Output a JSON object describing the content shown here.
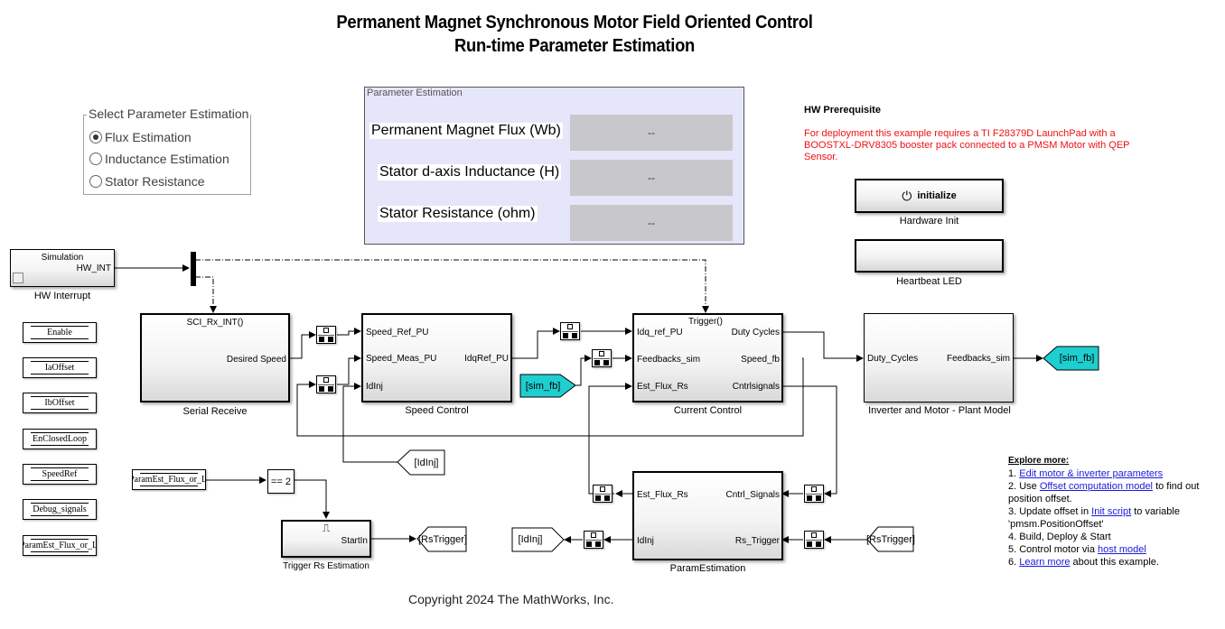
{
  "title": {
    "line1": "Permanent Magnet Synchronous Motor Field Oriented Control",
    "line2": "Run-time Parameter Estimation"
  },
  "select_estimation": {
    "legend": "Select Parameter Estimation",
    "options": [
      {
        "label": "Flux Estimation",
        "selected": true
      },
      {
        "label": "Inductance Estimation",
        "selected": false
      },
      {
        "label": "Stator Resistance",
        "selected": false
      }
    ]
  },
  "parameter_panel": {
    "title": "Parameter Estimation",
    "rows": [
      {
        "label": "Permanent Magnet Flux (Wb)",
        "value": "--"
      },
      {
        "label": "Stator d-axis Inductance  (H)",
        "value": "--"
      },
      {
        "label": "Stator Resistance (ohm)",
        "value": "--"
      }
    ]
  },
  "hw_prerequisite": {
    "title": "HW Prerequisite",
    "text": "For deployment this example requires a TI F28379D LaunchPad with a BOOSTXL-DRV8305 booster pack connected to a PMSM Motor with QEP Sensor.",
    "text_color": "#ee1111"
  },
  "hardware_init": {
    "button_label": "initialize",
    "caption": "Hardware Init",
    "icon": "power-icon"
  },
  "heartbeat": {
    "caption": "Heartbeat LED"
  },
  "hw_interrupt": {
    "top_label": "Simulation",
    "port": "HW_INT",
    "caption": "HW Interrupt"
  },
  "data_store_memories": [
    "Enable",
    "IaOffset",
    "IbOffset",
    "EnClosedLoop",
    "SpeedRef",
    "Debug_signals",
    "ParamEst_Flux_or_L"
  ],
  "serial_receive": {
    "trigger": "SCI_Rx_INT()",
    "out": "Desired Speed",
    "caption": "Serial Receive"
  },
  "speed_control": {
    "in": [
      "Speed_Ref_PU",
      "Speed_Meas_PU",
      "IdInj"
    ],
    "out": "IdqRef_PU",
    "caption": "Speed Control"
  },
  "current_control": {
    "trigger": "Trigger()",
    "in": [
      "Idq_ref_PU",
      "Feedbacks_sim",
      "Est_Flux_Rs"
    ],
    "out": [
      "Duty Cycles",
      "Speed_fb",
      "Cntrlsignals"
    ],
    "caption": "Current Control"
  },
  "plant": {
    "in": "Duty_Cycles",
    "out": "Feedbacks_sim",
    "caption": "Inverter and Motor - Plant Model"
  },
  "param_estimation": {
    "in_left": [
      "Est_Flux_Rs",
      "IdInj"
    ],
    "in_right": [
      "Cntrl_Signals",
      "Rs_Trigger"
    ],
    "caption": "ParamEstimation"
  },
  "trigger_rs": {
    "out": "StartIn",
    "caption": "Trigger Rs Estimation",
    "icon": "pulse-icon"
  },
  "data_store_read": "ParamEst_Flux_or_L",
  "compare": "== 2",
  "tags": {
    "goto_sim_fb": "[sim_fb]",
    "from_sim_fb": "[sim_fb]",
    "goto_idinj_top": "[IdInj]",
    "goto_idinj_bottom": "[IdInj]",
    "goto_rstrigger": "[RsTrigger]",
    "from_rstrigger": "[RsTrigger]",
    "tag_color": "#1fcfcf"
  },
  "explore": {
    "heading": "Explore more:",
    "items": [
      {
        "pre": "1. ",
        "link": "Edit motor & inverter parameters",
        "post": ""
      },
      {
        "pre": "2. Use ",
        "link": "Offset computation model",
        "post": " to find out position offset."
      },
      {
        "pre": "3. Update offset in ",
        "link": "Init script",
        "post": " to variable 'pmsm.PositionOffset'"
      },
      {
        "pre": "4. Build, Deploy & Start",
        "link": "",
        "post": ""
      },
      {
        "pre": "5. Control motor via ",
        "link": "host model",
        "post": ""
      },
      {
        "pre": "6. ",
        "link": "Learn more",
        "post": " about this example."
      }
    ]
  },
  "copyright": "Copyright 2024 The MathWorks, Inc."
}
